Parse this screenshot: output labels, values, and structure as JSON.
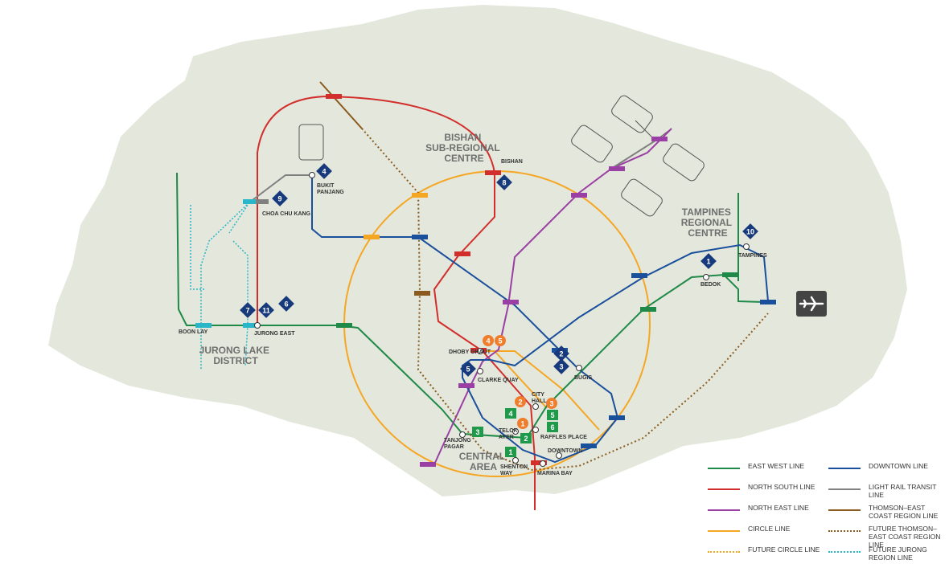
{
  "colors": {
    "land": "#e4e7dc",
    "east_west": "#1f8a48",
    "north_south": "#d22e2b",
    "north_east": "#9a3fa4",
    "circle": "#f5a623",
    "downtown": "#1a4f9c",
    "lrt": "#808080",
    "thomson_east_coast": "#8b5a1e",
    "jurong_region": "#29b6c8",
    "badge_blue": "#173a7c",
    "badge_orange": "#ef7d2c",
    "badge_green": "#1e9a4a"
  },
  "regions": {
    "bishan": [
      "BISHAN",
      "SUB-REGIONAL",
      "CENTRE"
    ],
    "tampines": [
      "TAMPINES",
      "REGIONAL",
      "CENTRE"
    ],
    "jurong": [
      "JURONG LAKE",
      "DISTRICT"
    ],
    "central": [
      "CENTRAL",
      "AREA"
    ]
  },
  "stations": {
    "bishan": "BISHAN",
    "bukit_panjang": [
      "BUKIT",
      "PANJANG"
    ],
    "choa_chu_kang": "CHOA CHU KANG",
    "boon_lay": "BOON LAY",
    "jurong_east": "JURONG EAST",
    "tampines": "TAMPINES",
    "bedok": "BEDOK",
    "dhoby_ghaut": "DHOBY GHAUT",
    "clarke_quay": "CLARKE QUAY",
    "bugis": "BUGIS",
    "city_hall": [
      "CITY",
      "HALL"
    ],
    "telok_ayer": [
      "TELOK",
      "AYER"
    ],
    "raffles_place": "RAFFLES PLACE",
    "tanjong_pagar": [
      "TANJONG",
      "PAGAR"
    ],
    "downtown": "DOWNTOWN",
    "shenton_way": [
      "SHENTON",
      "WAY"
    ],
    "marina_bay": "MARINA BAY"
  },
  "badges": {
    "blue": [
      "1",
      "2",
      "3",
      "4",
      "5",
      "6",
      "7",
      "8",
      "9",
      "10",
      "11"
    ],
    "orange": [
      "1",
      "2",
      "3",
      "4",
      "5"
    ],
    "green": [
      "1",
      "2",
      "3",
      "4",
      "5",
      "6"
    ]
  },
  "legend": {
    "east_west": "EAST WEST LINE",
    "north_south": "NORTH SOUTH LINE",
    "north_east": "NORTH EAST LINE",
    "circle": "CIRCLE LINE",
    "future_circle": "FUTURE CIRCLE LINE",
    "downtown": "DOWNTOWN LINE",
    "lrt": "LIGHT RAIL TRANSIT LINE",
    "tel": "THOMSON–EAST COAST REGION LINE",
    "future_tel": "FUTURE THOMSON–EAST COAST REGION LINE",
    "future_jurong": "FUTURE JURONG REGION LINE"
  }
}
